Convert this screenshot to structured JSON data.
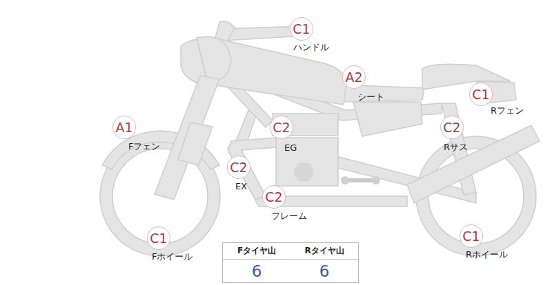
{
  "diagram": {
    "nodes": [
      {
        "text": [
          "C1",
          "ハンドル"
        ]
      },
      {
        "text": [
          "A2",
          "シート"
        ]
      },
      {
        "text": [
          "C1",
          "Rフェン"
        ]
      },
      {
        "text": [
          "A1",
          "Fフェン"
        ]
      },
      {
        "text": [
          "C2",
          "EG"
        ]
      },
      {
        "text": [
          "C2",
          "Rサス"
        ]
      },
      {
        "text": [
          "C2",
          "EX"
        ]
      },
      {
        "text": [
          "C2",
          "フレーム"
        ]
      },
      {
        "text": [
          "C1",
          "Fホイール"
        ]
      },
      {
        "text": [
          "C1",
          "Rホイール"
        ]
      }
    ],
    "labels": [
      "Fタイヤ山",
      "Rタイヤ山",
      "6",
      "6"
    ]
  }
}
